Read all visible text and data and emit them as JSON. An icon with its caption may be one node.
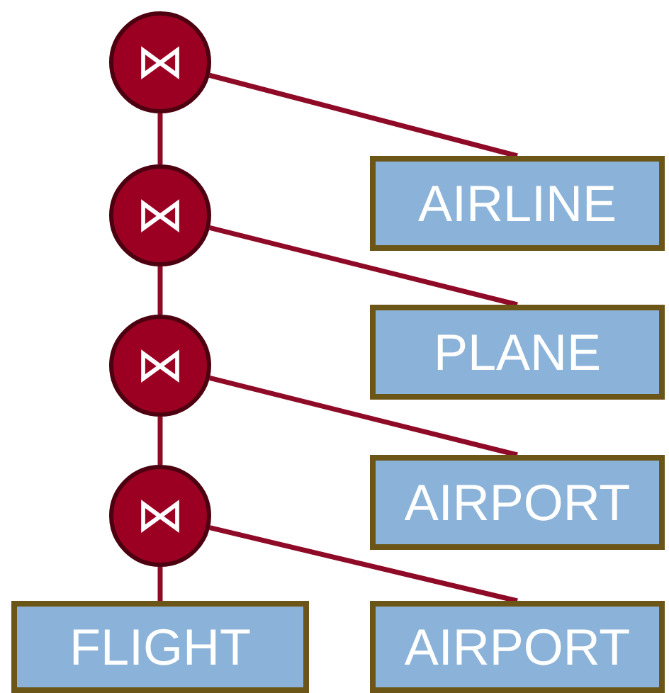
{
  "diagram": {
    "nodes": [
      {
        "text": [
          "⋈"
        ]
      },
      {
        "text": [
          "⋈"
        ]
      },
      {
        "text": [
          "AIRLINE"
        ]
      },
      {
        "text": [
          "⋈"
        ]
      },
      {
        "text": [
          "PLANE"
        ]
      },
      {
        "text": [
          "⋈"
        ]
      },
      {
        "text": [
          "AIRPORT"
        ]
      },
      {
        "text": [
          "FLIGHT"
        ]
      },
      {
        "text": [
          "AIRPORT"
        ]
      }
    ],
    "edges": [
      {
        "from": 0,
        "to": 1,
        "arrow": "none"
      },
      {
        "from": 0,
        "to": 2,
        "arrow": "none"
      },
      {
        "from": 1,
        "to": 3,
        "arrow": "none"
      },
      {
        "from": 1,
        "to": 4,
        "arrow": "none"
      },
      {
        "from": 3,
        "to": 5,
        "arrow": "none"
      },
      {
        "from": 3,
        "to": 6,
        "arrow": "none"
      },
      {
        "from": 5,
        "to": 7,
        "arrow": "none"
      },
      {
        "from": 5,
        "to": 8,
        "arrow": "none"
      }
    ]
  }
}
